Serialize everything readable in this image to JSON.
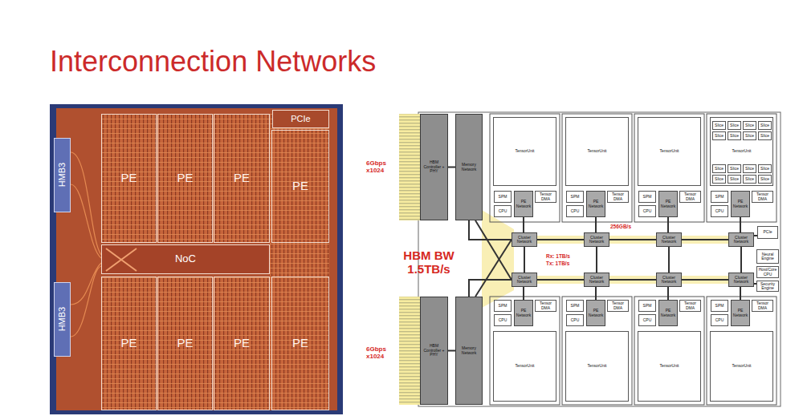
{
  "diagram": {
    "title": "Interconnection Networks",
    "nodes": [
      {
        "text": [
          "HMB3"
        ]
      },
      {
        "text": [
          "HMB3"
        ]
      },
      {
        "text": [
          "PE"
        ]
      },
      {
        "text": [
          "PE"
        ]
      },
      {
        "text": [
          "PE"
        ]
      },
      {
        "text": [
          "PCIe"
        ]
      },
      {
        "text": [
          "PE"
        ]
      },
      {
        "text": [
          "NoC"
        ]
      },
      {
        "text": [
          "PE"
        ]
      },
      {
        "text": [
          "PE"
        ]
      },
      {
        "text": [
          "PE"
        ]
      },
      {
        "text": [
          "PE"
        ]
      },
      {
        "text": [
          "HBM Controller + PHY"
        ]
      },
      {
        "text": [
          "Memory Network"
        ]
      },
      {
        "text": [
          "TensorUnit"
        ]
      },
      {
        "text": [
          "SPM"
        ]
      },
      {
        "text": [
          "PE Network"
        ]
      },
      {
        "text": [
          "Tensor DMA"
        ]
      },
      {
        "text": [
          "CPU"
        ]
      },
      {
        "text": [
          "TensorUnit"
        ]
      },
      {
        "text": [
          "SPM"
        ]
      },
      {
        "text": [
          "PE Network"
        ]
      },
      {
        "text": [
          "Tensor DMA"
        ]
      },
      {
        "text": [
          "CPU"
        ]
      },
      {
        "text": [
          "TensorUnit"
        ]
      },
      {
        "text": [
          "SPM"
        ]
      },
      {
        "text": [
          "PE Network"
        ]
      },
      {
        "text": [
          "Tensor DMA"
        ]
      },
      {
        "text": [
          "CPU"
        ]
      },
      {
        "text": [
          "TensorUnit"
        ]
      },
      {
        "text": [
          "Slice"
        ],
        "in": 29
      },
      {
        "text": [
          "Slice"
        ],
        "in": 29
      },
      {
        "text": [
          "Slice"
        ],
        "in": 29
      },
      {
        "text": [
          "Slice"
        ],
        "in": 29
      },
      {
        "text": [
          "Slice"
        ],
        "in": 29
      },
      {
        "text": [
          "Slice"
        ],
        "in": 29
      },
      {
        "text": [
          "Slice"
        ],
        "in": 29
      },
      {
        "text": [
          "Slice"
        ],
        "in": 29
      },
      {
        "text": [
          "Slice"
        ],
        "in": 29
      },
      {
        "text": [
          "Slice"
        ],
        "in": 29
      },
      {
        "text": [
          "Slice"
        ],
        "in": 29
      },
      {
        "text": [
          "Slice"
        ],
        "in": 29
      },
      {
        "text": [
          "Slice"
        ],
        "in": 29
      },
      {
        "text": [
          "Slice"
        ],
        "in": 29
      },
      {
        "text": [
          "Slice"
        ],
        "in": 29
      },
      {
        "text": [
          "Slice"
        ],
        "in": 29
      },
      {
        "text": [
          "SPM"
        ]
      },
      {
        "text": [
          "PE Network"
        ]
      },
      {
        "text": [
          "Tensor DMA"
        ]
      },
      {
        "text": [
          "CPU"
        ]
      },
      {
        "text": [
          "Cluster Network"
        ]
      },
      {
        "text": [
          "Cluster Network"
        ]
      },
      {
        "text": [
          "Cluster Network"
        ]
      },
      {
        "text": [
          "Cluster Network"
        ]
      },
      {
        "text": [
          "Cluster Network"
        ]
      },
      {
        "text": [
          "Cluster Network"
        ]
      },
      {
        "text": [
          "Cluster Network"
        ]
      },
      {
        "text": [
          "Cluster Network"
        ]
      },
      {
        "text": [
          "PCIe"
        ]
      },
      {
        "text": [
          "Neural Engine"
        ]
      },
      {
        "text": [
          "Host/Core CPU"
        ]
      },
      {
        "text": [
          "Security Engine"
        ]
      },
      {
        "text": [
          "HBM Controller + PHY"
        ]
      },
      {
        "text": [
          "Memory Network"
        ]
      },
      {
        "text": [
          "SPM"
        ]
      },
      {
        "text": [
          "PE Network"
        ]
      },
      {
        "text": [
          "Tensor DMA"
        ]
      },
      {
        "text": [
          "CPU"
        ]
      },
      {
        "text": [
          "TensorUnit"
        ]
      },
      {
        "text": [
          "SPM"
        ]
      },
      {
        "text": [
          "PE Network"
        ]
      },
      {
        "text": [
          "Tensor DMA"
        ]
      },
      {
        "text": [
          "CPU"
        ]
      },
      {
        "text": [
          "TensorUnit"
        ]
      },
      {
        "text": [
          "SPM"
        ]
      },
      {
        "text": [
          "PE Network"
        ]
      },
      {
        "text": [
          "Tensor DMA"
        ]
      },
      {
        "text": [
          "CPU"
        ]
      },
      {
        "text": [
          "TensorUnit"
        ]
      },
      {
        "text": [
          "SPM"
        ]
      },
      {
        "text": [
          "PE Network"
        ]
      },
      {
        "text": [
          "Tensor DMA"
        ]
      },
      {
        "text": [
          "CPU"
        ]
      },
      {
        "text": [
          "TensorUnit"
        ]
      }
    ],
    "edges": [
      {
        "from": 12,
        "to": 13,
        "arrow": "none"
      },
      {
        "from": 62,
        "to": 63,
        "arrow": "none"
      },
      {
        "from": 13,
        "to": 50,
        "arrow": "none"
      },
      {
        "from": 13,
        "to": 54,
        "arrow": "none"
      },
      {
        "from": 63,
        "to": 50,
        "arrow": "none"
      },
      {
        "from": 63,
        "to": 54,
        "arrow": "none"
      },
      {
        "from": 50,
        "to": 51,
        "arrow": "none"
      },
      {
        "from": 51,
        "to": 52,
        "arrow": "none"
      },
      {
        "from": 52,
        "to": 53,
        "arrow": "none"
      },
      {
        "from": 54,
        "to": 55,
        "arrow": "none"
      },
      {
        "from": 55,
        "to": 56,
        "arrow": "none"
      },
      {
        "from": 56,
        "to": 57,
        "arrow": "none"
      },
      {
        "from": 50,
        "to": 54,
        "arrow": "none"
      },
      {
        "from": 51,
        "to": 55,
        "arrow": "none"
      },
      {
        "from": 52,
        "to": 56,
        "arrow": "none"
      },
      {
        "from": 53,
        "to": 57,
        "arrow": "none"
      },
      {
        "from": 16,
        "to": 50,
        "arrow": "none"
      },
      {
        "from": 21,
        "to": 51,
        "arrow": "none"
      },
      {
        "from": 26,
        "to": 52,
        "arrow": "none"
      },
      {
        "from": 47,
        "to": 53,
        "arrow": "none"
      },
      {
        "from": 54,
        "to": 65,
        "arrow": "none"
      },
      {
        "from": 55,
        "to": 70,
        "arrow": "none"
      },
      {
        "from": 56,
        "to": 75,
        "arrow": "none"
      },
      {
        "from": 57,
        "to": 80,
        "arrow": "none"
      },
      {
        "from": 53,
        "to": 58,
        "arrow": "none"
      },
      {
        "from": 57,
        "to": 61,
        "arrow": "none"
      }
    ],
    "labels": [
      "6Gbps x1024",
      "6Gbps x1024",
      "HBM BW 1.5TB/s",
      "256GB/s",
      "Rx: 1TB/s",
      "Tx: 1TB/s"
    ]
  }
}
